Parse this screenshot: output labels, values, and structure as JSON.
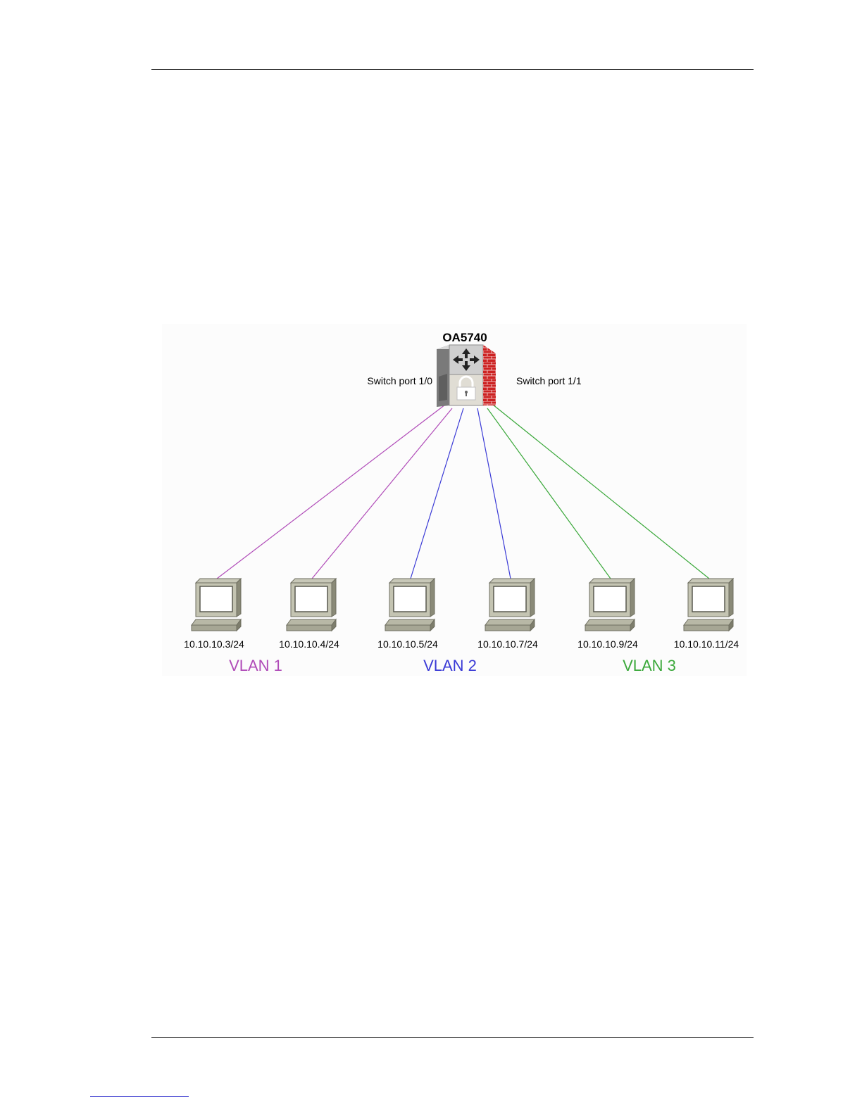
{
  "device": {
    "name": "OA5740",
    "left_port_label": "Switch port 1/0",
    "right_port_label": "Switch port 1/1"
  },
  "colors": {
    "vlan1": "#b04bb8",
    "vlan2": "#3a3ad6",
    "vlan3": "#3aa83a",
    "firewall": "#cc2222"
  },
  "hosts": [
    {
      "ip": "10.10.10.3/24",
      "vlan": "vlan1"
    },
    {
      "ip": "10.10.10.4/24",
      "vlan": "vlan1"
    },
    {
      "ip": "10.10.10.5/24",
      "vlan": "vlan2"
    },
    {
      "ip": "10.10.10.7/24",
      "vlan": "vlan2"
    },
    {
      "ip": "10.10.10.9/24",
      "vlan": "vlan3"
    },
    {
      "ip": "10.10.10.11/24",
      "vlan": "vlan3"
    }
  ],
  "vlans": [
    {
      "label": "VLAN 1",
      "key": "vlan1"
    },
    {
      "label": "VLAN 2",
      "key": "vlan2"
    },
    {
      "label": "VLAN 3",
      "key": "vlan3"
    }
  ]
}
